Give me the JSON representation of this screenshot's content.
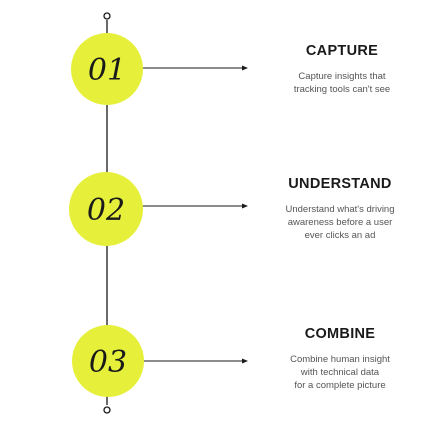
{
  "colors": {
    "circle_fill": "#e6f03a",
    "line": "#1a1a1a",
    "text": "#1a1a1a",
    "desc_text": "#555555"
  },
  "steps": [
    {
      "number": "01",
      "title": "CAPTURE",
      "description": "Capture insights that\ntracking tools can't see"
    },
    {
      "number": "02",
      "title": "UNDERSTAND",
      "description": "Understand what's driving\nawareness before a user\never clicks an ad"
    },
    {
      "number": "03",
      "title": "COMBINE",
      "description": "Combine human insight\nwith technical data\nfor a complete picture"
    }
  ]
}
